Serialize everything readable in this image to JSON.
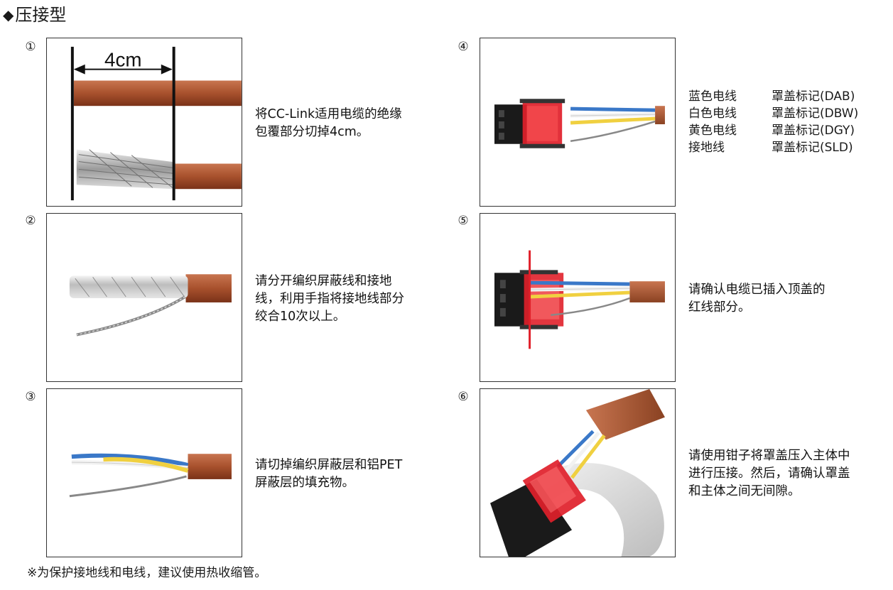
{
  "heading": {
    "marker": "◆",
    "title": "压接型"
  },
  "steps": [
    {
      "num": "①",
      "text": [
        "将CC-Link适用电缆的绝缘",
        "包覆部分切掉4cm。"
      ],
      "dimension_label": "4cm"
    },
    {
      "num": "②",
      "text": [
        "请分开编织屏蔽线和接地",
        "线，利用手指将接地线部分",
        "绞合10次以上。"
      ]
    },
    {
      "num": "③",
      "text": [
        "请切掉编织屏蔽层和铝PET",
        "屏蔽层的填充物。"
      ]
    },
    {
      "num": "④",
      "wires": [
        {
          "name": "蓝色电线",
          "mark": "罩盖标记(DAB)"
        },
        {
          "name": "白色电线",
          "mark": "罩盖标记(DBW)"
        },
        {
          "name": "黄色电线",
          "mark": "罩盖标记(DGY)"
        },
        {
          "name": "接地线",
          "mark": "罩盖标记(SLD)"
        }
      ]
    },
    {
      "num": "⑤",
      "text": [
        "请确认电缆已插入顶盖的",
        "红线部分。"
      ]
    },
    {
      "num": "⑥",
      "text": [
        "请使用钳子将罩盖压入主体中",
        "进行压接。然后，请确认罩盖",
        "和主体之间无间隙。"
      ]
    }
  ],
  "footnote": "※为保护接地线和电线，建议使用热收缩管。",
  "colors": {
    "cable": "#b05a36",
    "connector_red": "#e0202a",
    "wire_blue": "#3a78c8",
    "wire_yellow": "#f0d040"
  }
}
